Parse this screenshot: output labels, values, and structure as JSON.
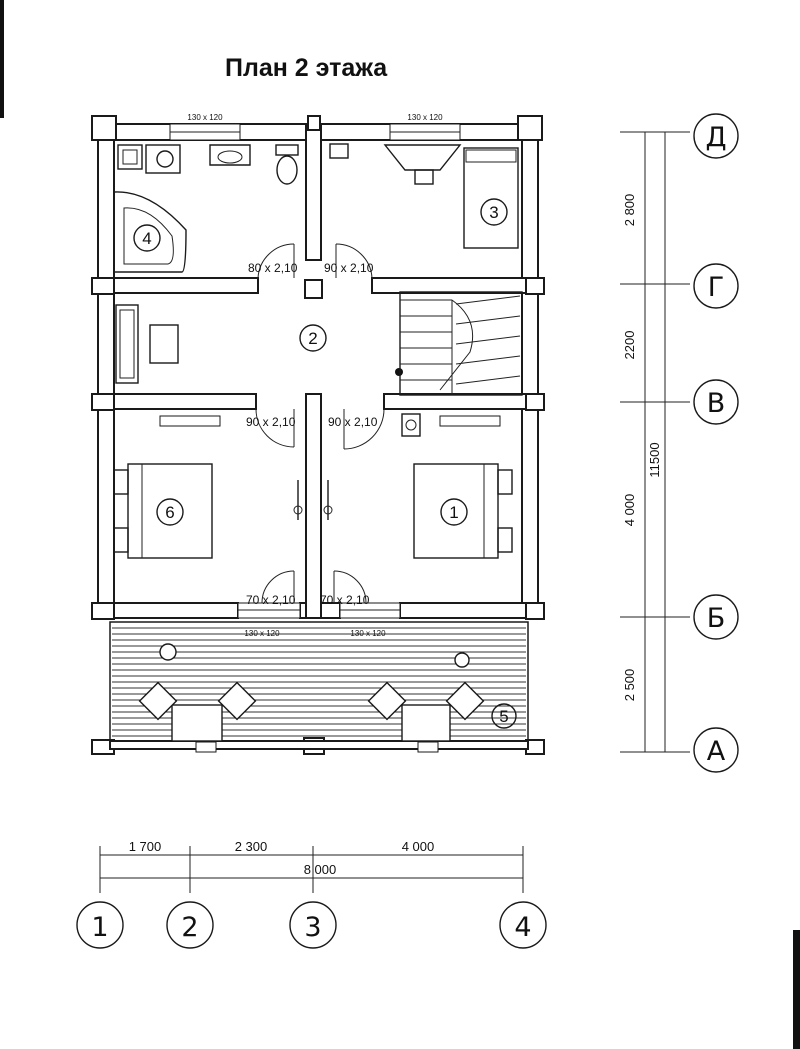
{
  "title": "План  2 этажа",
  "rooms": [
    "1",
    "2",
    "3",
    "4",
    "5",
    "6"
  ],
  "doors": {
    "bath": "80 x 2,10",
    "utility": "90 x 2,10",
    "bedroom6": "90 x 2,10",
    "bedroom1": "90 x 2,10",
    "terrace_left": "70 x 2,10",
    "terrace_right": "70 x 2,10"
  },
  "windows": {
    "top_left": "130 x 120",
    "top_right": "130 x 120",
    "terrace_left": "130 x 120",
    "terrace_right": "130 x 120"
  },
  "row_axes": [
    "Д",
    "Г",
    "В",
    "Б",
    "А"
  ],
  "col_axes": [
    "1",
    "2",
    "3",
    "4"
  ],
  "row_dims": [
    "2 800",
    "2200",
    "4 000",
    "2 500"
  ],
  "row_total": "11500",
  "col_dims": [
    "1 700",
    "2 300",
    "4 000"
  ],
  "col_total": "8 000"
}
